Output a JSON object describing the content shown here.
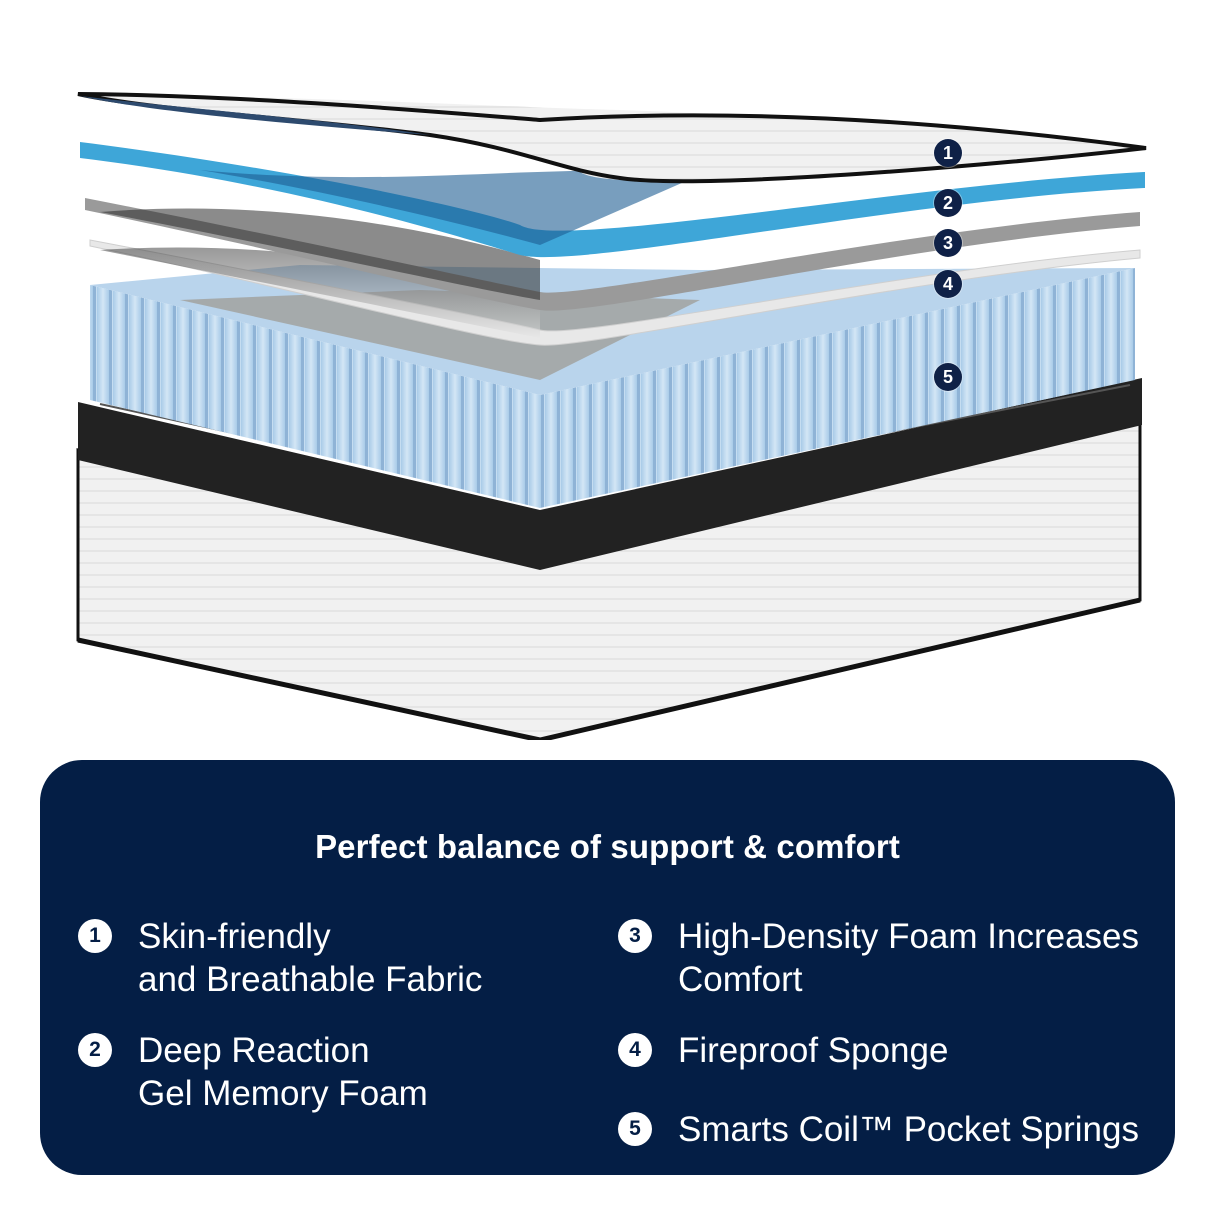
{
  "illustration": {
    "description": "Exploded layered mattress cross-section",
    "layer_markers": [
      {
        "number": "1",
        "layer": "top-fabric"
      },
      {
        "number": "2",
        "layer": "gel-memory-foam"
      },
      {
        "number": "3",
        "layer": "high-density-foam"
      },
      {
        "number": "4",
        "layer": "fireproof-sponge"
      },
      {
        "number": "5",
        "layer": "pocket-springs"
      }
    ]
  },
  "panel": {
    "title": "Perfect balance of support & comfort",
    "features": [
      {
        "number": "1",
        "lines": [
          "Skin-friendly",
          "and Breathable Fabric"
        ]
      },
      {
        "number": "2",
        "lines": [
          "Deep Reaction",
          "Gel Memory Foam"
        ]
      },
      {
        "number": "3",
        "lines": [
          "High-Density Foam Increases",
          "Comfort"
        ]
      },
      {
        "number": "4",
        "lines": [
          "Fireproof Sponge"
        ]
      },
      {
        "number": "5",
        "lines": [
          "Smarts Coil™ Pocket Springs"
        ]
      }
    ]
  },
  "colors": {
    "panel_background": "#041e45",
    "marker_background": "#0f2147",
    "gel_blue": "#3ea6d8",
    "spring_blue": "#bcd8ee",
    "border_black": "#1a1a1a"
  }
}
